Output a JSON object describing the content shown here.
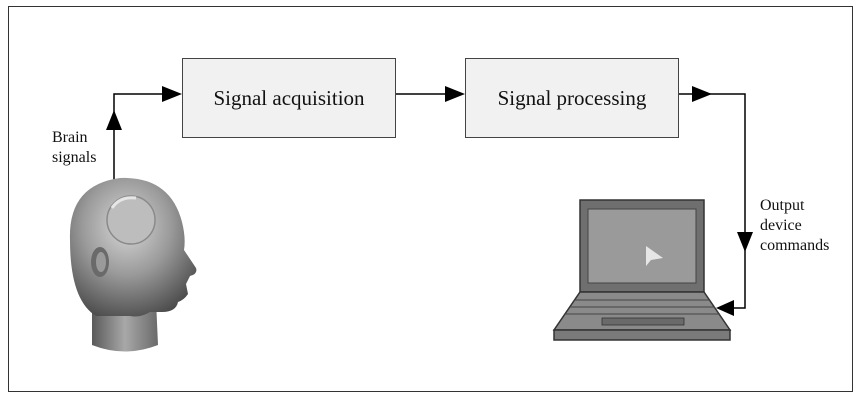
{
  "boxes": {
    "acquisition": "Signal acquisition",
    "processing": "Signal processing"
  },
  "labels": {
    "brain_signals": [
      "Brain",
      "signals"
    ],
    "output_commands": [
      "Output",
      "device",
      "commands"
    ]
  },
  "icons": {
    "head": "human-head-icon",
    "laptop": "laptop-computer-icon"
  },
  "colors": {
    "box_fill": "#f1f1f1",
    "line": "#000000",
    "head_gray": "#8a8a8a",
    "laptop_gray": "#7a7a7a"
  }
}
